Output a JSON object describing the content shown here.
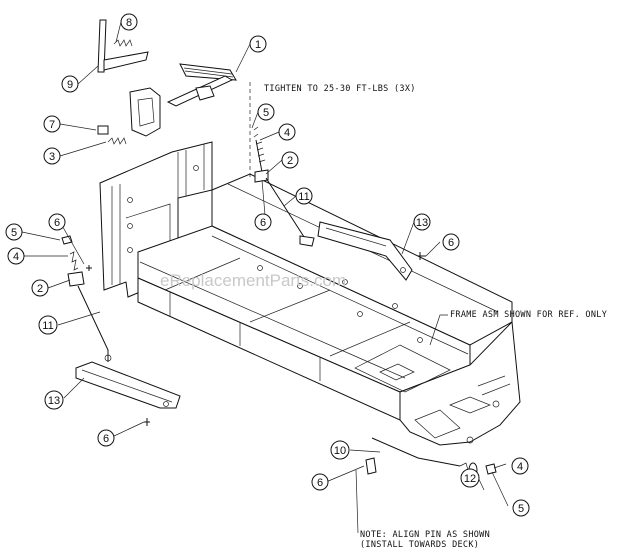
{
  "watermark": "eReplacementParts.com",
  "notes": {
    "torque": "TIGHTEN TO 25-30 FT-LBS (3X)",
    "frame": "FRAME ASM SHOWN FOR REF. ONLY",
    "align_line1": "NOTE: ALIGN PIN AS SHOWN",
    "align_line2": "(INSTALL TOWARDS DECK)"
  },
  "callouts": [
    {
      "id": "c1",
      "label": "1"
    },
    {
      "id": "c8",
      "label": "8"
    },
    {
      "id": "c9",
      "label": "9"
    },
    {
      "id": "c7",
      "label": "7"
    },
    {
      "id": "c3",
      "label": "3"
    },
    {
      "id": "c5a",
      "label": "5"
    },
    {
      "id": "c4a",
      "label": "4"
    },
    {
      "id": "c2a",
      "label": "2"
    },
    {
      "id": "c11a",
      "label": "11"
    },
    {
      "id": "c6a",
      "label": "6"
    },
    {
      "id": "c13a",
      "label": "13"
    },
    {
      "id": "c6b",
      "label": "6"
    },
    {
      "id": "c6c",
      "label": "6"
    },
    {
      "id": "c5b",
      "label": "5"
    },
    {
      "id": "c4b",
      "label": "4"
    },
    {
      "id": "c2b",
      "label": "2"
    },
    {
      "id": "c11b",
      "label": "11"
    },
    {
      "id": "c13b",
      "label": "13"
    },
    {
      "id": "c6d",
      "label": "6"
    },
    {
      "id": "c10",
      "label": "10"
    },
    {
      "id": "c6e",
      "label": "6"
    },
    {
      "id": "c4c",
      "label": "4"
    },
    {
      "id": "c12",
      "label": "12"
    },
    {
      "id": "c5c",
      "label": "5"
    }
  ]
}
